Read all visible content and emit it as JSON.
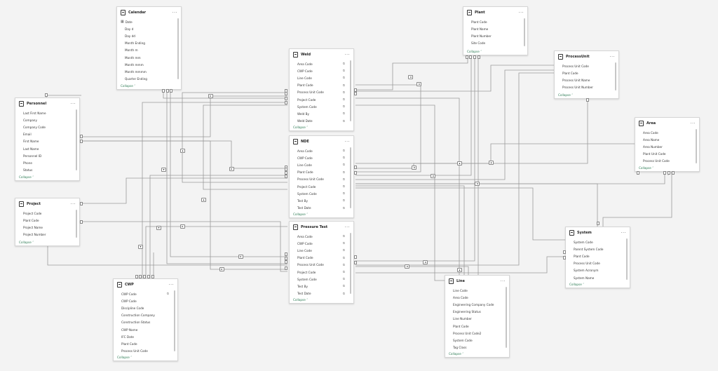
{
  "ui": {
    "collapse_label": "Collapse",
    "more_label": "···",
    "hidden_icon": "eye-slash-icon",
    "date_icon": "calendar-icon"
  },
  "tables": [
    {
      "id": "calendar",
      "title": "Calendar",
      "fields": [
        "Date",
        "Day d",
        "Day dd",
        "Month Ending",
        "Month m",
        "Month mm",
        "Month mmm",
        "Month mmmm",
        "Quarter Ending"
      ],
      "hidden": [
        false,
        false,
        false,
        false,
        false,
        false,
        false,
        false,
        false
      ],
      "date_field": 0
    },
    {
      "id": "plant",
      "title": "Plant",
      "fields": [
        "Plant Code",
        "Plant Name",
        "Plant Number",
        "Site Code"
      ],
      "hidden": [
        false,
        false,
        false,
        false
      ]
    },
    {
      "id": "weld",
      "title": "Weld",
      "fields": [
        "Area Code",
        "CWP Code",
        "Line Code",
        "Plant Code",
        "Process Unit Code",
        "Project Code",
        "System Code",
        "Weld By",
        "Weld Date"
      ],
      "hidden": [
        true,
        true,
        true,
        true,
        true,
        true,
        true,
        true,
        true
      ]
    },
    {
      "id": "processunit",
      "title": "ProcessUnit",
      "fields": [
        "Process Unit Code",
        "Plant Code",
        "Process Unit Name",
        "Process Unit Number"
      ],
      "hidden": [
        false,
        false,
        false,
        false
      ]
    },
    {
      "id": "personnel",
      "title": "Personnel",
      "fields": [
        "Last First Name",
        "Company",
        "Company Code",
        "Email",
        "First Name",
        "Last Name",
        "Personnel ID",
        "Phone",
        "Status"
      ],
      "hidden": [
        false,
        false,
        false,
        false,
        false,
        false,
        false,
        false,
        false
      ]
    },
    {
      "id": "nde",
      "title": "NDE",
      "fields": [
        "Area Code",
        "CWP Code",
        "Line Code",
        "Plant Code",
        "Process Unit Code",
        "Project Code",
        "System Code",
        "Test By",
        "Test Date"
      ],
      "hidden": [
        true,
        true,
        true,
        true,
        true,
        true,
        true,
        true,
        true
      ]
    },
    {
      "id": "area",
      "title": "Area",
      "fields": [
        "Area Code",
        "Area Name",
        "Area Number",
        "Plant Unit Code",
        "Process Unit Code"
      ],
      "hidden": [
        false,
        false,
        false,
        false,
        false
      ]
    },
    {
      "id": "project",
      "title": "Project",
      "fields": [
        "Project Code",
        "Plant Code",
        "Project Name",
        "Project Number"
      ],
      "hidden": [
        false,
        false,
        false,
        false
      ]
    },
    {
      "id": "pressuretest",
      "title": "Pressure Test",
      "fields": [
        "Area Code",
        "CWP Code",
        "Line Code",
        "Plant Code",
        "Process Unit Code",
        "Project Code",
        "System Code",
        "Test By",
        "Test Date"
      ],
      "hidden": [
        true,
        true,
        true,
        true,
        true,
        true,
        true,
        true,
        true
      ]
    },
    {
      "id": "system",
      "title": "System",
      "fields": [
        "System Code",
        "Parent System Code",
        "Plant Code",
        "Process Unit Code",
        "System Acronym",
        "System Name"
      ],
      "hidden": [
        false,
        false,
        false,
        false,
        false,
        false
      ]
    },
    {
      "id": "cwp",
      "title": "CWP",
      "fields": [
        "CWP Code",
        "CWP Code",
        "Discipline Code",
        "Construction Company",
        "Construction Status",
        "CWP Name",
        "IFC Date",
        "Plant Code",
        "Process Unit Code"
      ],
      "hidden": [
        true,
        false,
        false,
        false,
        false,
        false,
        false,
        false,
        false
      ]
    },
    {
      "id": "line",
      "title": "Line",
      "fields": [
        "Line Code",
        "Area Code",
        "Engineering Company Code",
        "Engineering Status",
        "Line Number",
        "Plant Code",
        "Process Unit Code2",
        "System Code",
        "Tag Class"
      ],
      "hidden": [
        false,
        false,
        false,
        false,
        false,
        false,
        false,
        false,
        false
      ]
    }
  ]
}
